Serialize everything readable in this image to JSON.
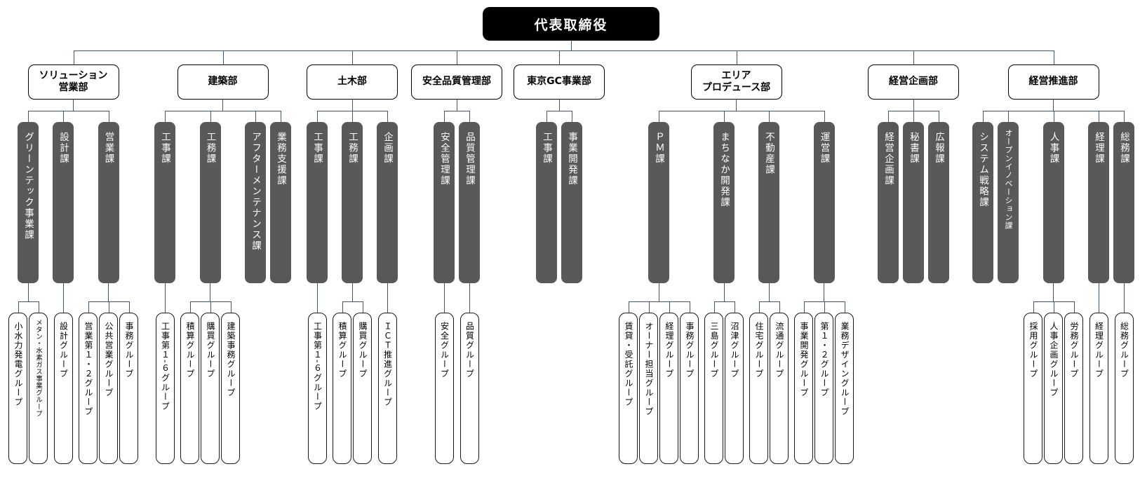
{
  "root": {
    "label": "代表取締役"
  },
  "colors": {
    "root_bg": "#000000",
    "root_text": "#ffffff",
    "section_bg": "#595959",
    "section_text": "#ffffff",
    "connector_line": "#44546a",
    "box_border": "#000000"
  },
  "departments": [
    {
      "label": "ソリューション\n営業部",
      "sections": [
        {
          "label": "グリーンテック事業課",
          "groups": [
            "小水力発電グループ",
            "メタン・水素ガス事業グループ"
          ]
        },
        {
          "label": "設計課",
          "groups": [
            "設計グループ"
          ]
        },
        {
          "label": "営業課",
          "groups": [
            "営業第１・２グループ",
            "公共営業グループ",
            "事務グループ"
          ]
        }
      ]
    },
    {
      "label": "建築部",
      "sections": [
        {
          "label": "工事課",
          "groups": [
            "工事第１‐６グループ"
          ]
        },
        {
          "label": "工務課",
          "groups": [
            "積算グループ",
            "購買グループ",
            "建築事務グループ"
          ]
        },
        {
          "label": "アフターメンテナンス課",
          "groups": []
        },
        {
          "label": "業務支援課",
          "groups": []
        }
      ]
    },
    {
      "label": "土木部",
      "sections": [
        {
          "label": "工事課",
          "groups": [
            "工事第１‐６グループ"
          ]
        },
        {
          "label": "工務課",
          "groups": [
            "積算グループ",
            "購買グループ"
          ]
        },
        {
          "label": "企画課",
          "groups": [
            "ＩＣＴ推進グループ"
          ]
        }
      ]
    },
    {
      "label": "安全品質管理部",
      "sections": [
        {
          "label": "安全管理課",
          "groups": [
            "安全グループ"
          ]
        },
        {
          "label": "品質管理課",
          "groups": [
            "品質グループ"
          ]
        }
      ]
    },
    {
      "label": "東京GC事業部",
      "sections": [
        {
          "label": "工事課",
          "groups": []
        },
        {
          "label": "事業開発課",
          "groups": []
        }
      ]
    },
    {
      "label": "エリア\nプロデュース部",
      "sections": [
        {
          "label": "ＰＭ課",
          "groups": [
            "賃貸・受託グループ",
            "オーナー担当グループ",
            "経理グループ",
            "事務グループ"
          ]
        },
        {
          "label": "まちなか開発課",
          "groups": [
            "三島グループ",
            "沼津グループ"
          ]
        },
        {
          "label": "不動産課",
          "groups": [
            "住宅グループ",
            "流通グループ"
          ]
        },
        {
          "label": "運営課",
          "groups": [
            "事業開発グループ",
            "第１・２グループ",
            "業務デザイングループ"
          ]
        }
      ]
    },
    {
      "label": "経営企画部",
      "sections": [
        {
          "label": "経営企画課",
          "groups": []
        },
        {
          "label": "秘書課",
          "groups": []
        },
        {
          "label": "広報課",
          "groups": []
        }
      ]
    },
    {
      "label": "経営推進部",
      "sections": [
        {
          "label": "システム戦略課",
          "groups": []
        },
        {
          "label": "オープンイノベーション課",
          "groups": []
        },
        {
          "label": "人事課",
          "groups": [
            "採用グループ",
            "人事企画グループ",
            "労務グループ"
          ]
        },
        {
          "label": "経理課",
          "groups": [
            "経理グループ"
          ]
        },
        {
          "label": "総務課",
          "groups": [
            "総務グループ"
          ]
        }
      ]
    }
  ]
}
